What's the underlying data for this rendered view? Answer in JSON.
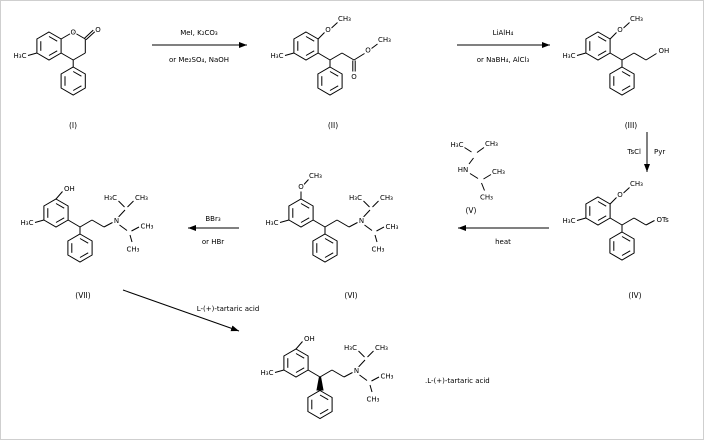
{
  "compounds": {
    "i": "(I)",
    "ii": "(II)",
    "iii": "(III)",
    "iv": "(IV)",
    "v": "(V)",
    "vi": "(VI)",
    "vii": "(VII)"
  },
  "reagents": {
    "step1_above": "MeI, K₂CO₃",
    "step1_below": "or Me₂SO₄, NaOH",
    "step2_above": "LiAlH₄",
    "step2_below": "or NaBH₄, AlCl₃",
    "step3_left": "TsCl",
    "step3_right": "Pyr",
    "step4_below": "heat",
    "step5_above": "BBr₃",
    "step5_below": "or HBr",
    "step6_label": "L-(+)-tartaric acid",
    "salt_label": ".L-(+)-tartaric acid"
  },
  "atoms": {
    "o": "O",
    "oh": "OH",
    "n": "N",
    "hn": "HN",
    "h3c": "H₃C",
    "ch3": "CH₃",
    "ots": "OTs"
  }
}
